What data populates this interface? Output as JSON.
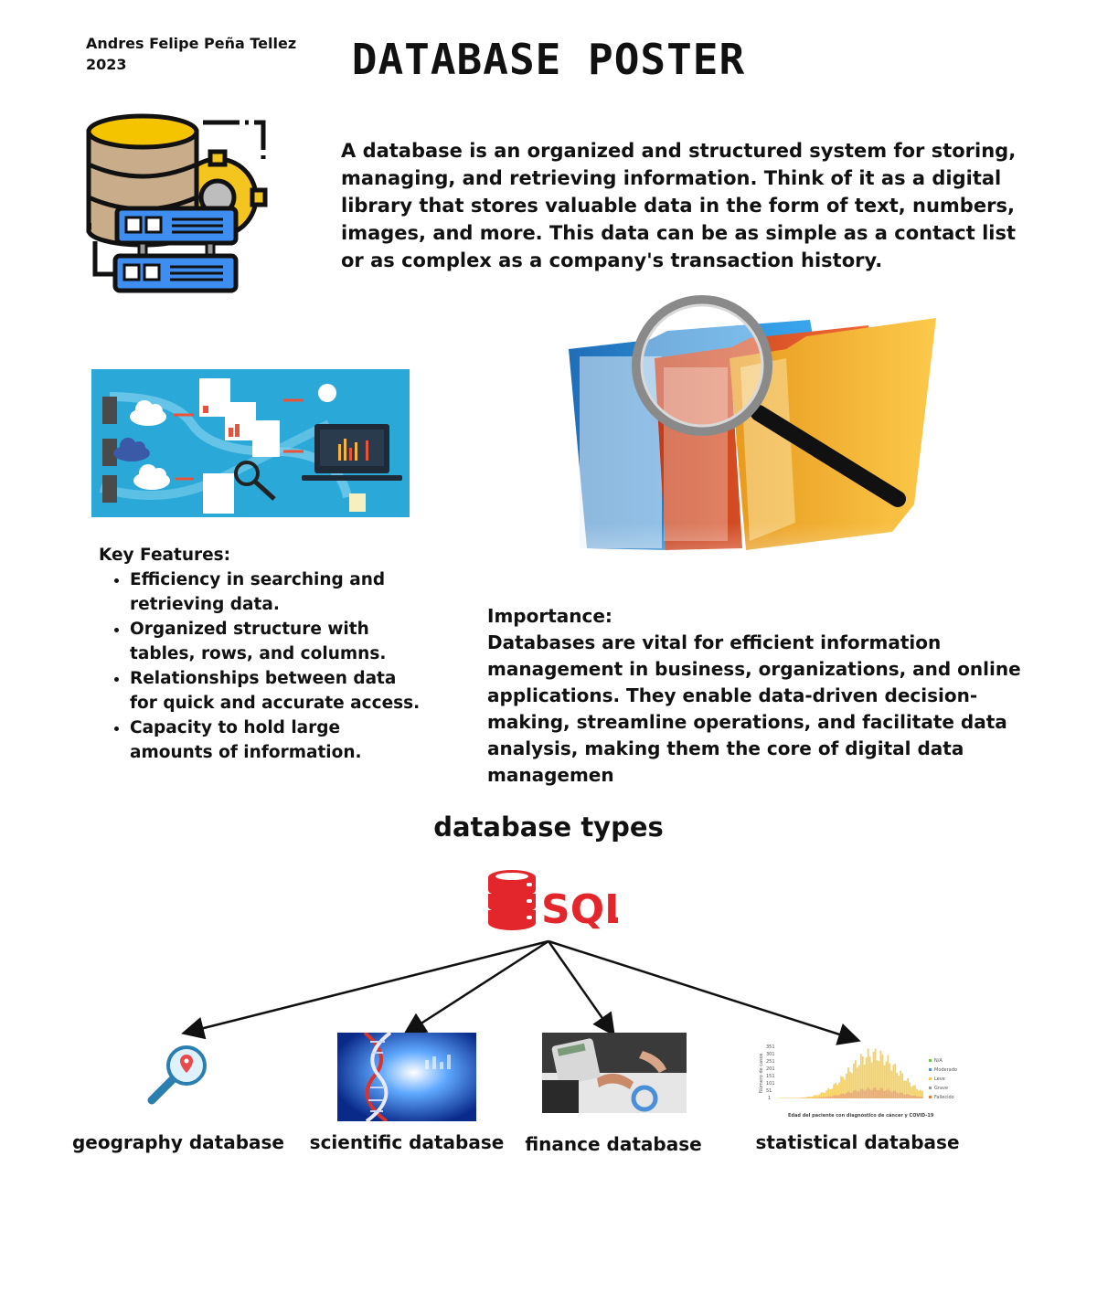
{
  "header": {
    "author": "Andres Felipe Peña Tellez",
    "year": "2023",
    "title": "DATABASE POSTER"
  },
  "intro": {
    "text": "A database is an organized and structured system for storing, managing, and retrieving information. Think of it as a digital library that stores valuable data in the form of text, numbers, images, and more. This data can be as simple as a contact list or as complex as a company's transaction history."
  },
  "features": {
    "heading": "Key Features:",
    "items": [
      "Efficiency in searching and retrieving data.",
      "Organized structure with tables, rows, and columns.",
      "Relationships between data for quick and accurate access.",
      "Capacity to hold large amounts of information."
    ]
  },
  "importance": {
    "heading": "Importance:",
    "text": "Databases are vital for efficient information management in business, organizations, and online applications. They enable data-driven decision-making, streamline operations, and facilitate data analysis, making them the core of digital data managemen"
  },
  "types": {
    "heading": "database types",
    "root_label": "SQL",
    "items": [
      {
        "label": "geography database"
      },
      {
        "label": "scientific database"
      },
      {
        "label": "finance database"
      },
      {
        "label": "statistical database"
      }
    ]
  },
  "mini_chart": {
    "ylabel": "Número de casos",
    "xlabel": "Edad del paciente con diagnóstico de cáncer y COVID-19",
    "yticks": [
      "351",
      "301",
      "251",
      "201",
      "151",
      "101",
      "51",
      "1"
    ],
    "legend": [
      "N/A",
      "Moderado",
      "Leve",
      "Grave",
      "Fallecido"
    ]
  },
  "colors": {
    "db_yellow": "#f5c400",
    "db_tan": "#c9ad8a",
    "server_blue": "#3d8ef0",
    "sql_red": "#e3262b",
    "folder_blue": "#2a8fd8",
    "folder_orange": "#e8532a",
    "folder_yellow": "#f6b53a",
    "infographic_bg": "#2aa8d8"
  }
}
